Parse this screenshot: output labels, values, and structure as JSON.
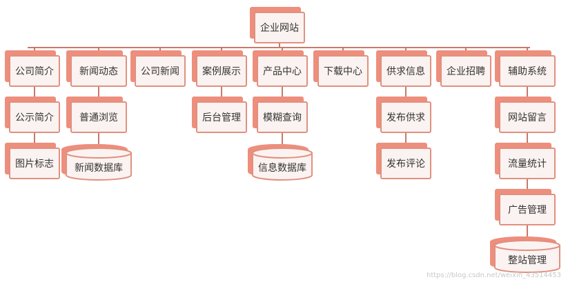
{
  "root": {
    "label": "企业网站"
  },
  "columns": [
    {
      "key": "company_intro",
      "label": "公司简介",
      "children": [
        {
          "type": "box",
          "label": "公示简介"
        },
        {
          "type": "box",
          "label": "图片标志"
        }
      ]
    },
    {
      "key": "news",
      "label": "新闻动态",
      "children": [
        {
          "type": "box",
          "label": "普通浏览"
        },
        {
          "type": "db",
          "label": "新闻数据库"
        }
      ]
    },
    {
      "key": "company_news",
      "label": "公司新闻",
      "children": []
    },
    {
      "key": "cases",
      "label": "案例展示",
      "children": [
        {
          "type": "box",
          "label": "后台管理"
        }
      ]
    },
    {
      "key": "products",
      "label": "产品中心",
      "children": [
        {
          "type": "box",
          "label": "模糊查询"
        },
        {
          "type": "db",
          "label": "信息数据库"
        }
      ]
    },
    {
      "key": "downloads",
      "label": "下载中心",
      "children": []
    },
    {
      "key": "supply",
      "label": "供求信息",
      "children": [
        {
          "type": "box",
          "label": "发布供求"
        },
        {
          "type": "box",
          "label": "发布评论"
        }
      ]
    },
    {
      "key": "recruit",
      "label": "企业招聘",
      "children": []
    },
    {
      "key": "aux",
      "label": "辅助系统",
      "children": [
        {
          "type": "box",
          "label": "网站留言"
        },
        {
          "type": "box",
          "label": "流量统计"
        },
        {
          "type": "box",
          "label": "广告管理"
        },
        {
          "type": "db",
          "label": "整站管理"
        }
      ]
    }
  ],
  "watermark": "https://blog.csdn.net/weixin_43514453",
  "colors": {
    "connector": "#c9786a",
    "box_fill": "#fbf3f1",
    "box_border": "#e0907f",
    "box_shadow": "#ee8e7c"
  }
}
